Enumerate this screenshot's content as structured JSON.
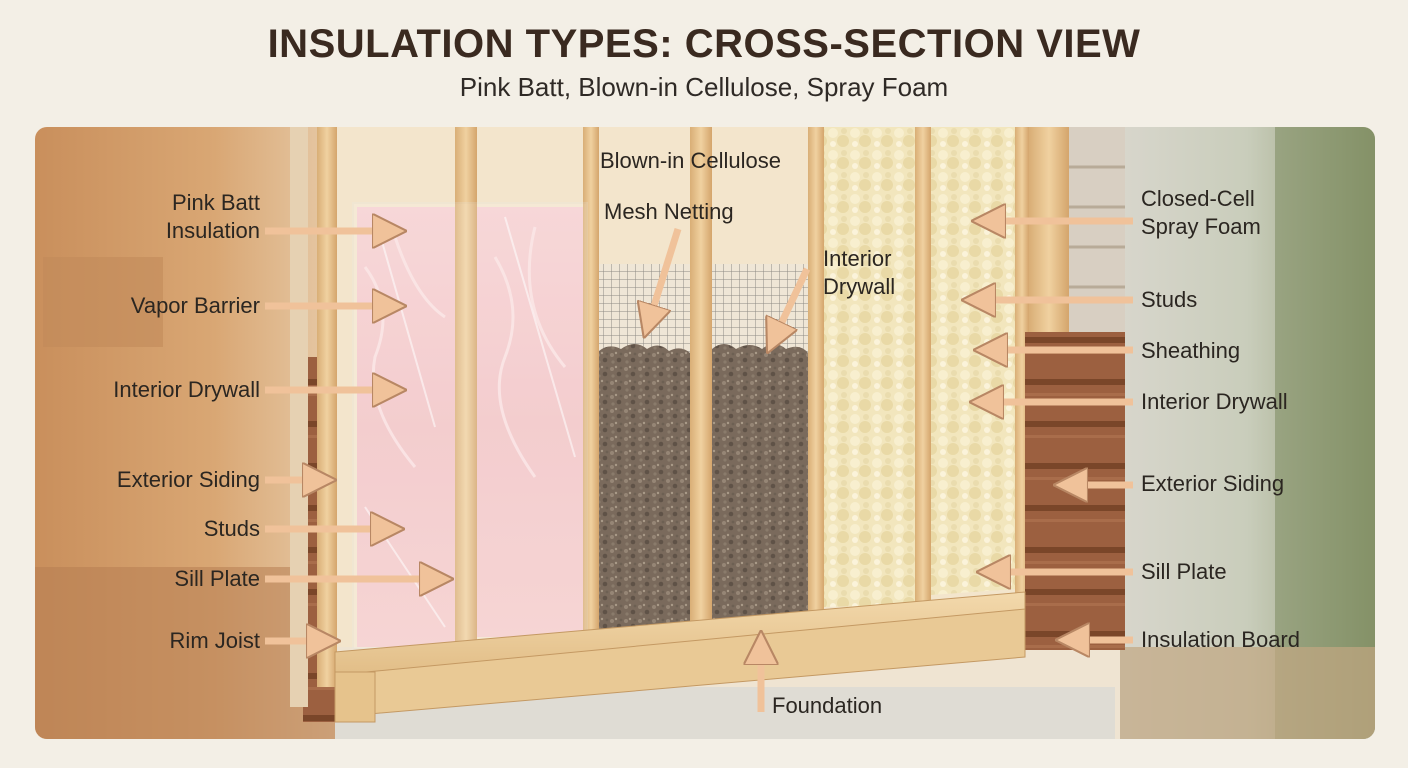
{
  "header": {
    "title": "INSULATION TYPES: CROSS-SECTION VIEW",
    "subtitle": "Pink Batt, Blown-in Cellulose, Spray Foam"
  },
  "labels": {
    "left": {
      "pink_batt": [
        "Pink Batt",
        "Insulation"
      ],
      "vapor_barrier": "Vapor Barrier",
      "interior_drywall": "Interior Drywall",
      "exterior_siding": "Exterior Siding",
      "studs": "Studs",
      "sill_plate": "Sill Plate",
      "rim_joist": "Rim Joist"
    },
    "center": {
      "blown_in_cellulose": "Blown-in Cellulose",
      "mesh_netting": "Mesh Netting",
      "interior_drywall": [
        "Interior",
        "Drywall"
      ],
      "foundation": "Foundation"
    },
    "right": {
      "closed_cell_spray_foam": [
        "Closed-Cell",
        "Spray Foam"
      ],
      "studs": "Studs",
      "sheathing": "Sheathing",
      "interior_drywall": "Interior Drywall",
      "exterior_siding": "Exterior Siding",
      "sill_plate": "Sill Plate",
      "insulation_board": "Insulation Board"
    }
  },
  "colors": {
    "title": "#3a2a20",
    "background": "#f3efe6",
    "pink_batt": "#f2c6c8",
    "cellulose": "#7d6c5e",
    "spray_foam": "#f1e4b8",
    "wood": "#e8c48e",
    "siding": "#9a5f3d",
    "arrow": "#f0c29a"
  }
}
